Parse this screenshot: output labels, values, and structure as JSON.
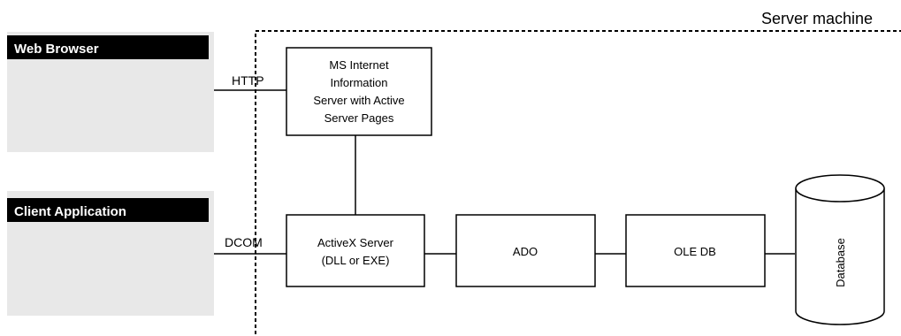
{
  "server_region": {
    "label": "Server machine"
  },
  "clients": [
    {
      "id": "web-browser",
      "title": "Web Browser",
      "protocol": "HTTP"
    },
    {
      "id": "client-application",
      "title": "Client Application",
      "protocol": "DCOM"
    }
  ],
  "components": {
    "iis": {
      "lines": [
        "MS Internet",
        "Information",
        "Server with Active",
        "Server Pages"
      ]
    },
    "activex": {
      "lines": [
        "ActiveX Server",
        "(DLL or EXE)"
      ]
    },
    "ado": {
      "label": "ADO"
    },
    "oledb": {
      "label": "OLE DB"
    },
    "database": {
      "label": "Database"
    }
  },
  "colors": {
    "client_panel": "#e8e8e8",
    "client_header": "#000000",
    "client_header_text": "#ffffff",
    "line": "#000000"
  }
}
